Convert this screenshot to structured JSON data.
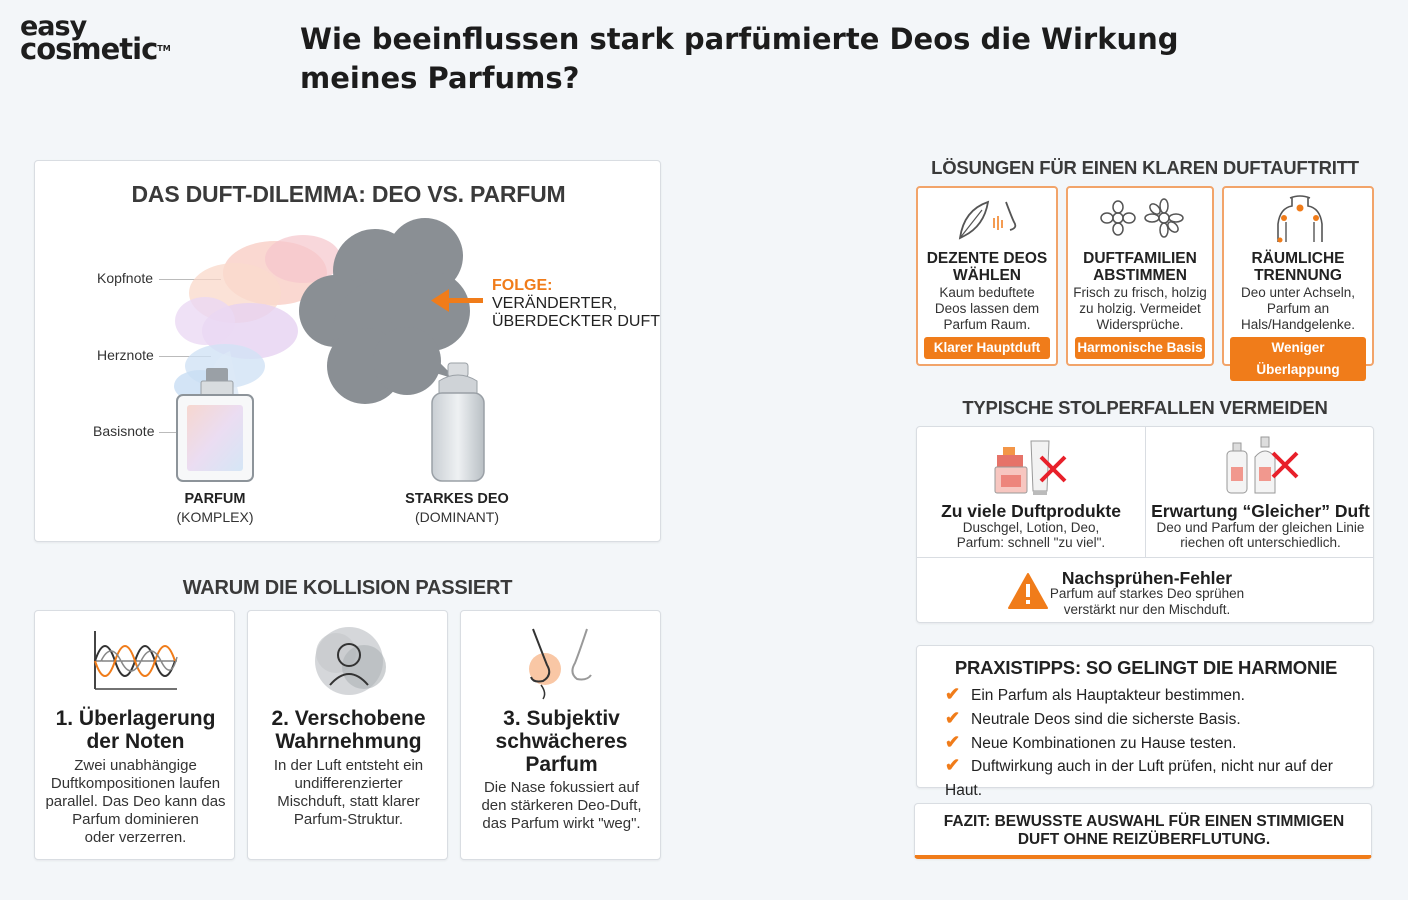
{
  "logo": {
    "line1": "easy",
    "line2": "cosmetic",
    "tm": "TM"
  },
  "title": "Wie beeinflussen stark parfümierte Deos die Wirkung meines Parfums?",
  "dilemma": {
    "heading": "DAS DUFT-DILEMMA: DEO VS. PARFUM",
    "labels": {
      "kopf": "Kopfnote",
      "herz": "Herznote",
      "basis": "Basisnote"
    },
    "folge_title": "FOLGE:",
    "folge_line1": "VERÄNDERTER,",
    "folge_line2": "ÜBERDECKTER DUFT",
    "parfum_title": "PARFUM",
    "parfum_sub": "(KOMPLEX)",
    "deo_title": "STARKES DEO",
    "deo_sub": "(DOMINANT)"
  },
  "why": {
    "heading": "WARUM DIE KOLLISION PASSIERT",
    "cards": [
      {
        "title_l1": "1. Überlagerung",
        "title_l2": "der Noten",
        "text": [
          "Zwei unabhängige",
          "Duftkompositionen laufen",
          "parallel. Das Deo kann das",
          "Parfum dominieren",
          "oder verzerren."
        ]
      },
      {
        "title_l1": "2. Verschobene",
        "title_l2": "Wahrnehmung",
        "text": [
          "In der Luft entsteht ein",
          "undifferenzierter",
          "Mischduft, statt klarer",
          "Parfum-Struktur."
        ]
      },
      {
        "title_l1": "3. Subjektiv",
        "title_l2": "schwächeres",
        "title_l3": "Parfum",
        "text": [
          "Die Nase fokussiert auf",
          "den stärkeren Deo-Duft,",
          "das Parfum wirkt \"weg\"."
        ]
      }
    ]
  },
  "solutions": {
    "heading": "LÖSUNGEN FÜR EINEN KLAREN DUFTAUFTRITT",
    "cards": [
      {
        "title_l1": "DEZENTE DEOS",
        "title_l2": "WÄHLEN",
        "text": [
          "Kaum beduftete",
          "Deos lassen dem",
          "Parfum Raum."
        ],
        "badge": "Klarer Hauptduft"
      },
      {
        "title_l1": "DUFTFAMILIEN",
        "title_l2": "ABSTIMMEN",
        "text": [
          "Frisch zu frisch, holzig",
          "zu holzig. Vermeidet",
          "Widersprüche."
        ],
        "badge": "Harmonische Basis"
      },
      {
        "title_l1": "RÄUMLICHE",
        "title_l2": "TRENNUNG",
        "text": [
          "Deo unter Achseln,",
          "Parfum an",
          "Hals/Handgelenke."
        ],
        "badge": "Weniger Überlappung"
      }
    ]
  },
  "pitfalls": {
    "heading": "TYPISCHE STOLPERFALLEN VERMEIDEN",
    "items": [
      {
        "title": "Zu viele Duftprodukte",
        "text": [
          "Duschgel, Lotion, Deo,",
          "Parfum: schnell \"zu viel\"."
        ]
      },
      {
        "title": "Erwartung “Gleicher” Duft",
        "text": [
          "Deo und Parfum der gleichen Linie",
          "riechen oft unterschiedlich."
        ]
      },
      {
        "title": "Nachsprühen-Fehler",
        "text": [
          "Parfum auf starkes Deo sprühen",
          "verstärkt nur den Mischduft."
        ]
      }
    ]
  },
  "tips": {
    "heading": "PRAXISTIPPS: SO GELINGT DIE HARMONIE",
    "check": "✔",
    "items": [
      "Ein Parfum als Hauptakteur bestimmen.",
      "Neutrale Deos sind die sicherste Basis.",
      "Neue Kombinationen zu Hause testen.",
      "Duftwirkung auch in der Luft prüfen, nicht nur auf der Haut."
    ]
  },
  "fazit": {
    "line1": "FAZIT: BEWUSSTE AUSWAHL FÜR EINEN STIMMIGEN",
    "line2": "DUFT OHNE REIZÜBERFLUTUNG."
  },
  "colors": {
    "accent": "#f07c1a",
    "accent_light": "#f2a46a",
    "cloud": "#8a8f94",
    "danger": "#e8202a"
  }
}
